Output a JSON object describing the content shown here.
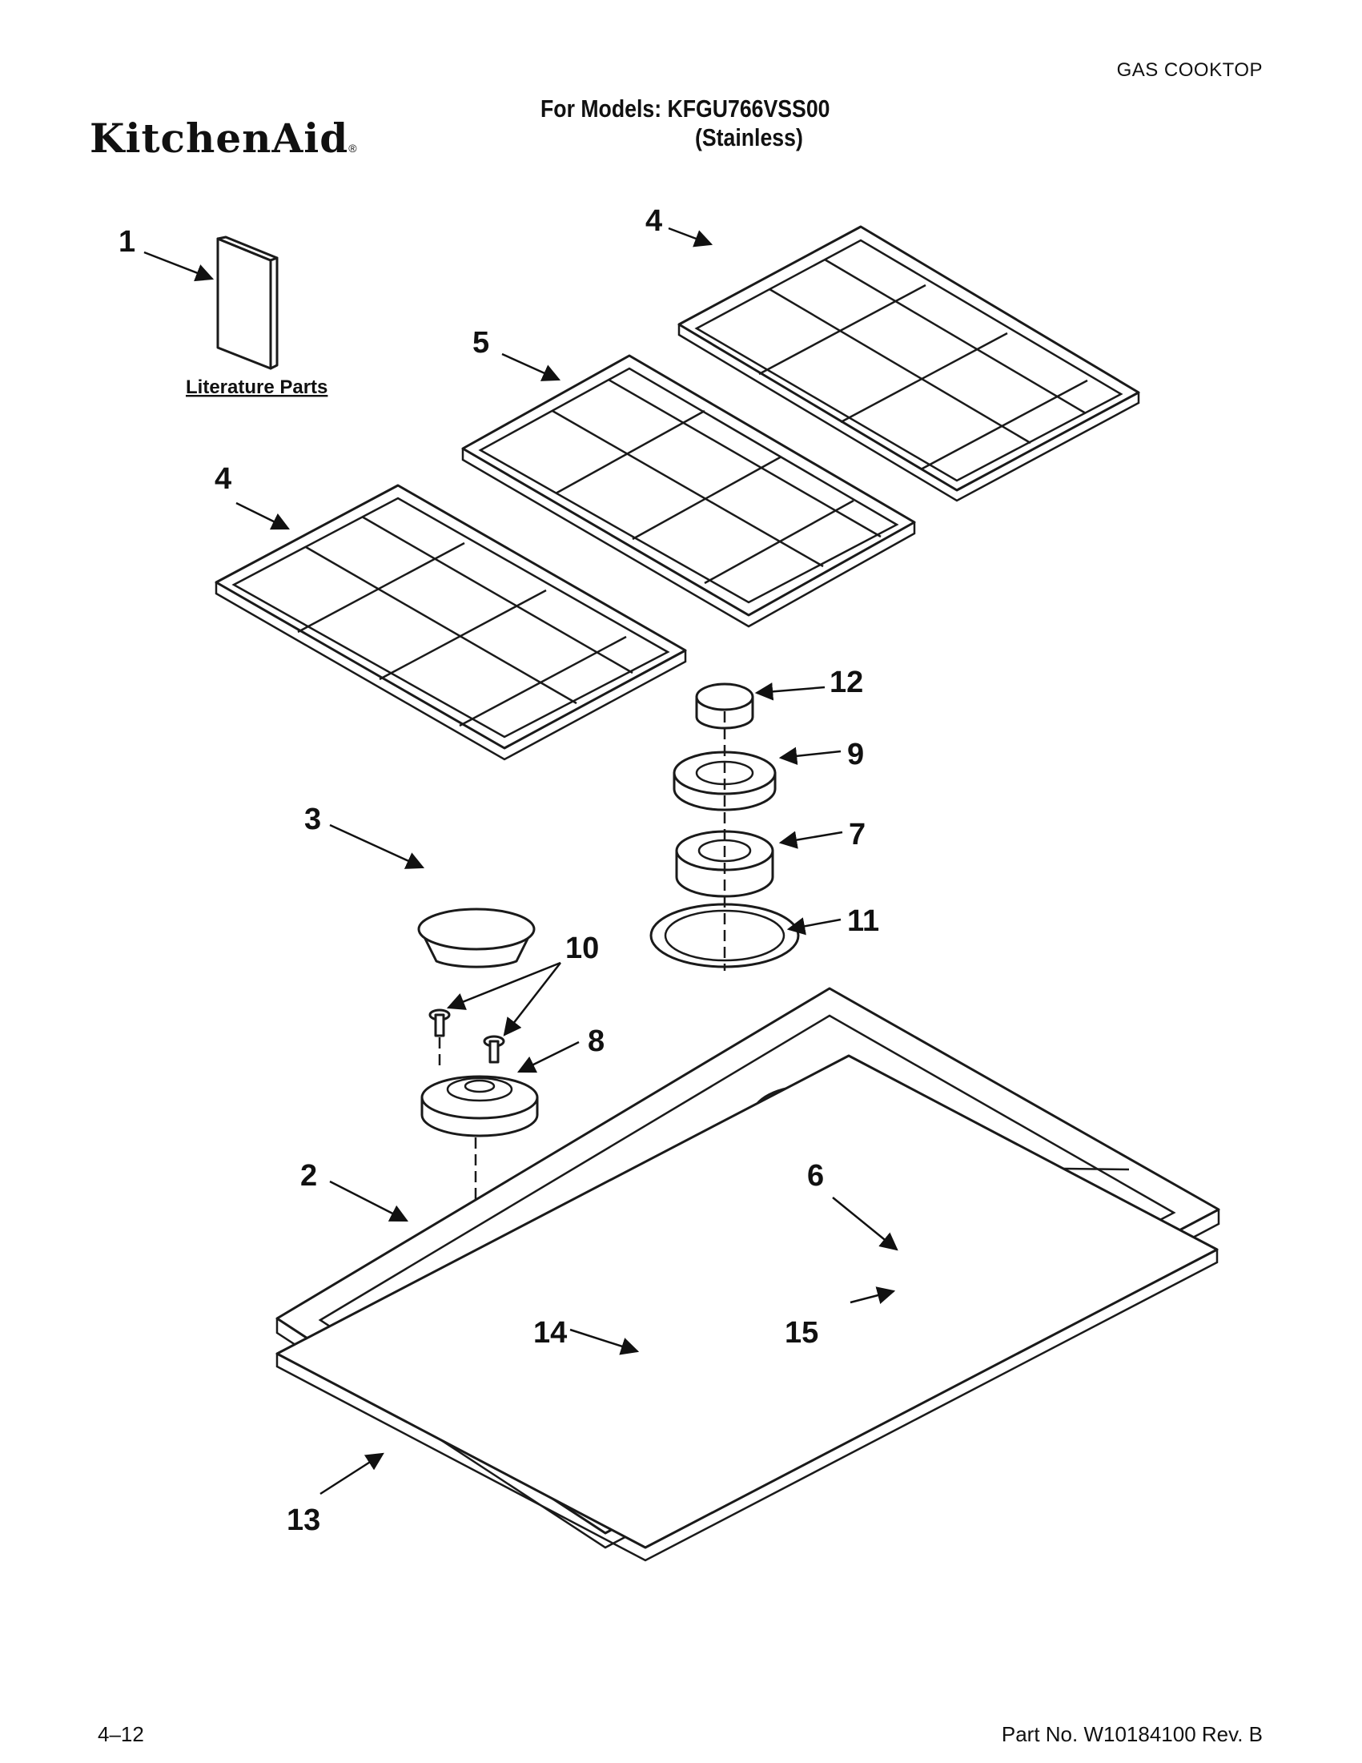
{
  "header": {
    "section_title": "GAS COOKTOP",
    "models_line": "For Models: KFGU766VSS00",
    "variant_line": "(Stainless)",
    "brand": "KitchenAid",
    "brand_mark": "®"
  },
  "literature_label": "Literature Parts",
  "part_labels": {
    "p1": "1",
    "p2": "2",
    "p3": "3",
    "p4a": "4",
    "p4b": "4",
    "p5": "5",
    "p6": "6",
    "p7": "7",
    "p8": "8",
    "p9": "9",
    "p10": "10",
    "p11": "11",
    "p12": "12",
    "p13": "13",
    "p14": "14",
    "p15": "15"
  },
  "footer": {
    "page_number": "4–12",
    "part_number": "Part No. W10184100 Rev. B"
  }
}
